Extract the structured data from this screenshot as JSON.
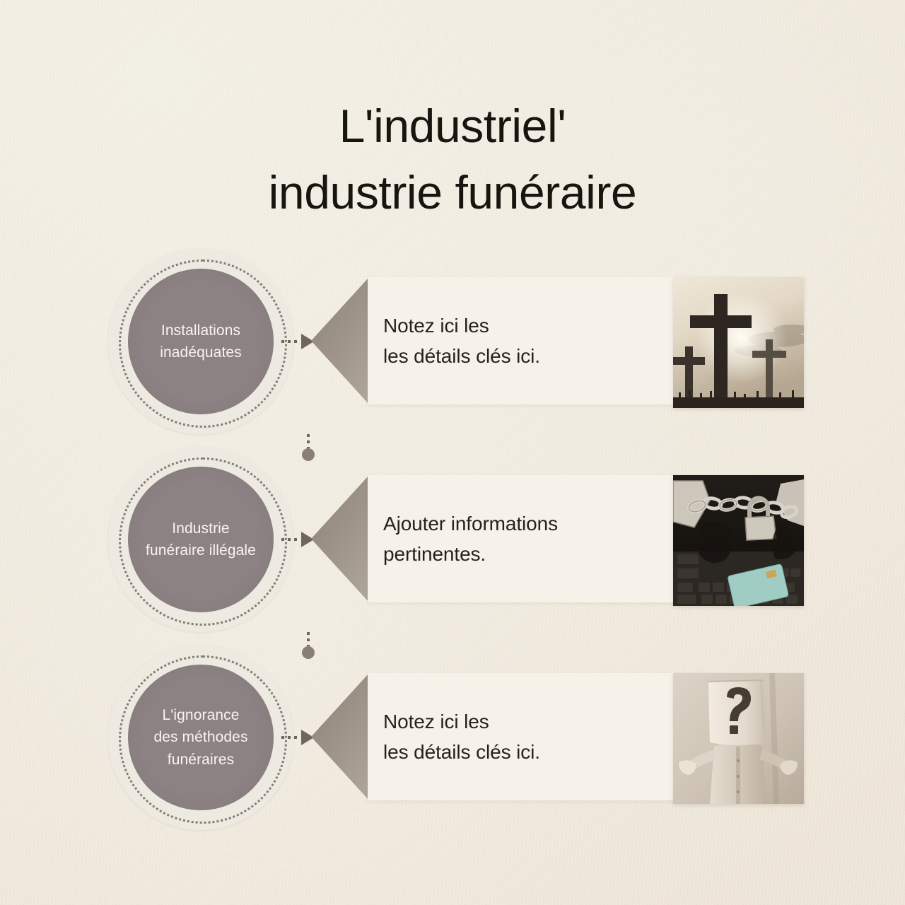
{
  "page": {
    "background_color": "#efe9dc",
    "accent_circle_color": "#8d8283",
    "accent_triangle_color": "#9c9287",
    "panel_color": "#f6f2ea",
    "title_color": "#17150f"
  },
  "header": {
    "title_line_1": "L'industriel'",
    "title_line_2": "industrie funéraire",
    "title_full": "L'industriel'\nindustrie funéraire"
  },
  "rows": [
    {
      "circle_label": "Installations\ninadéquates",
      "panel_text": "Notez ici les\nles détails clés ici.",
      "image_name": "three-crosses-silhouette-sepia-sunset",
      "image_alt": "Trois croix en silhouette devant un ciel sépia"
    },
    {
      "circle_label": "Industrie\nfunéraire illégale",
      "panel_text": "Ajouter informations\npertinentes.",
      "image_name": "chain-padlock-keyboard-credit-card",
      "image_alt": "Chaîne et cadenas sur un clavier avec une carte bancaire"
    },
    {
      "circle_label": "L'ignorance\ndes méthodes\nfunéraires",
      "panel_text": "Notez ici les\nles détails clés ici.",
      "image_name": "person-paper-bag-question-mark-shrug",
      "image_alt": "Personne avec un sac en papier marqué d'un point d'interrogation, haussant les épaules"
    }
  ]
}
